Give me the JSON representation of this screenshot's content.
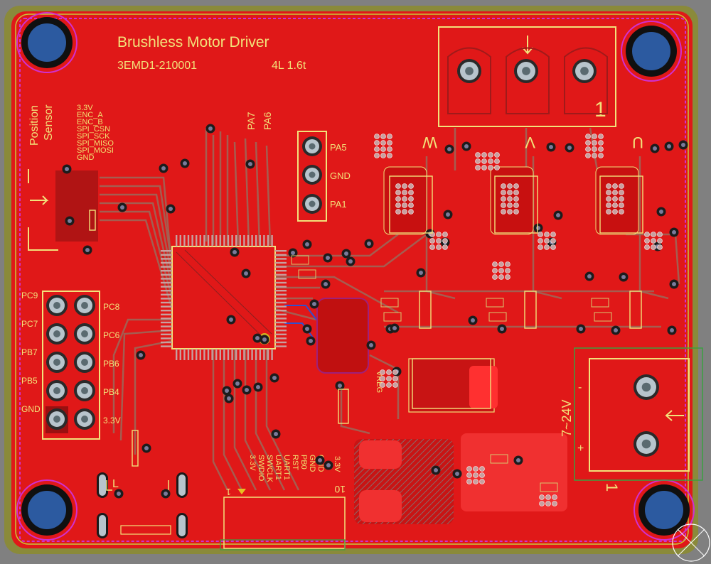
{
  "board": {
    "title": "Brushless Motor Driver",
    "part_number": "3EMD1-210001",
    "stackup": "4L 1.6t"
  },
  "labels": {
    "position_sensor_1": "Position",
    "position_sensor_2": "Sensor",
    "sensor_pins": [
      "3.3V",
      "ENC_A",
      "ENC_B",
      "SPI_CSN",
      "SPI_SCK",
      "SPI_MISO",
      "SPI_MOSI",
      "GND"
    ],
    "pa7": "PA7",
    "pa6": "PA6",
    "pa5": "PA5",
    "gnd": "GND",
    "pa1": "PA1",
    "phase_w": "W",
    "phase_v": "V",
    "phase_u": "U",
    "motor_pin1": "1",
    "header_left": [
      "PC9",
      "PC7",
      "PB7",
      "PB5",
      "GND"
    ],
    "header_right": [
      "PC8",
      "PC6",
      "PB6",
      "PB4",
      "3.3V"
    ],
    "power_voltage": "7~24V",
    "power_minus": "-",
    "power_plus": "+",
    "power_pin1": "1",
    "bottom_connector_pins": [
      "3.3V",
      "SWDIO",
      "SWCLK",
      "UART1",
      "UART1",
      "RST",
      "PB0",
      "GND",
      "GND"
    ],
    "bottom_3v3": "3.3V",
    "bottom_pin1": "1",
    "bottom_pin10": "10",
    "usb_L": "L",
    "vreg": "VREG"
  },
  "colors": {
    "board_red": "#e01818",
    "copper_dark": "#b01010",
    "silk": "#f2e27a",
    "outline": "#9a9a2a",
    "via": "#1c1c1c",
    "pad": "#b8c4cc",
    "keepout": "#d030d0",
    "mount_hole": "#2c5aa0",
    "background": "#808080"
  }
}
